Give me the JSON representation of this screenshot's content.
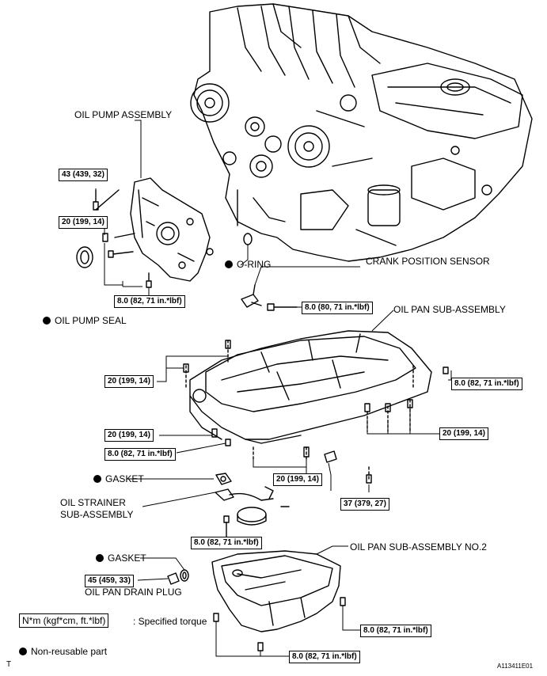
{
  "labels": {
    "oil_pump_assembly": "OIL PUMP ASSEMBLY",
    "o_ring": "O-RING",
    "crank_position_sensor": "CRANK POSITION SENSOR",
    "oil_pump_seal": "OIL PUMP SEAL",
    "oil_pan_sub_assembly": "OIL PAN SUB-ASSEMBLY",
    "gasket_1": "GASKET",
    "oil_strainer_line1": "OIL STRAINER",
    "oil_strainer_line2": "SUB-ASSEMBLY",
    "gasket_2": "GASKET",
    "oil_pan_sub_assembly_no2": "OIL PAN SUB-ASSEMBLY NO.2",
    "oil_pan_drain_plug": "OIL PAN DRAIN PLUG"
  },
  "torques": {
    "t1": "43 (439, 32)",
    "t2": "20 (199, 14)",
    "t3": "8.0 (82, 71 in.*lbf)",
    "t4": "8.0 (80, 71 in.*lbf)",
    "t5": "20 (199, 14)",
    "t6": "8.0 (82, 71 in.*lbf)",
    "t7": "20 (199, 14)",
    "t8": "8.0 (82, 71 in.*lbf)",
    "t9": "20 (199, 14)",
    "t10": "20 (199, 14)",
    "t11": "37 (379, 27)",
    "t12": "8.0 (82, 71 in.*lbf)",
    "t13": "45 (459, 33)",
    "t14": "8.0 (82, 71 in.*lbf)",
    "t15": "8.0 (82, 71 in.*lbf)"
  },
  "legend": {
    "torque_unit": "N*m (kgf*cm, ft.*lbf)",
    "torque_desc": ": Specified torque",
    "nonreusable": "Non-reusable part"
  },
  "corner": {
    "left": "T",
    "right": "A113411E01"
  }
}
